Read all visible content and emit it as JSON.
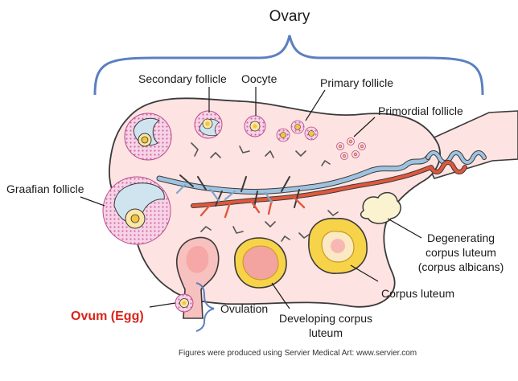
{
  "title": "Ovary",
  "labels": {
    "secondary_follicle": "Secondary follicle",
    "oocyte": "Oocyte",
    "primary_follicle": "Primary follicle",
    "primordial_follicle": "Primordial follicle",
    "graafian_follicle": "Graafian follicle",
    "degenerating_line1": "Degenerating",
    "degenerating_line2": "corpus luteum",
    "degenerating_line3": "(corpus albicans)",
    "corpus_luteum": "Corpus luteum",
    "ovulation": "Ovulation",
    "developing_line1": "Developing corpus",
    "developing_line2": "luteum",
    "ovum": "Ovum (Egg)"
  },
  "credit": "Figures were produced using Servier Medical Art: www.servier.com",
  "colors": {
    "ovary_fill": "#fde3e1",
    "outline": "#3a3a3a",
    "bracket": "#5b7fc0",
    "follicle_cells": "#e8a0c8",
    "antrum": "#cfe4ef",
    "oocyte_yolk": "#f4c542",
    "vein": "#9ec3e0",
    "artery": "#e0583c",
    "corpus_luteum": "#f7d34a",
    "ovum_label": "#d9241b"
  }
}
